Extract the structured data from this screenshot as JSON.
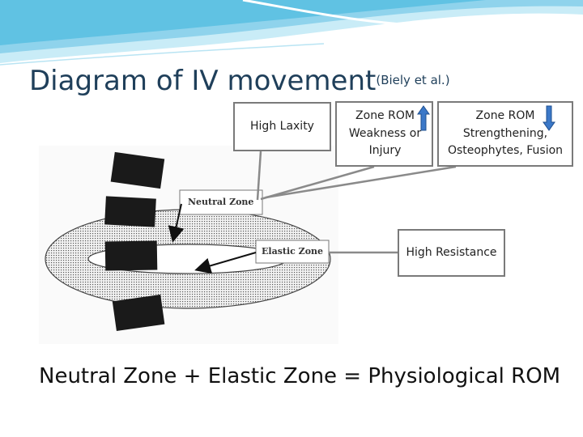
{
  "slide": {
    "title": "Diagram of IV movement",
    "citation": "(Biely et al.)",
    "equation": "Neutral Zone + Elastic Zone = Physiological ROM"
  },
  "diagram": {
    "neutral_zone_label": "Neutral Zone",
    "elastic_zone_label": "Elastic Zone"
  },
  "callouts": {
    "high_laxity": "High Laxity",
    "weakness": {
      "line1": "Zone ROM",
      "line2": "Weakness or",
      "line3": "Injury",
      "arrow_direction": "up"
    },
    "strengthening": {
      "line1": "Zone ROM",
      "line2": "Strengthening,",
      "line3": "Osteophytes, Fusion",
      "arrow_direction": "down"
    },
    "high_resistance": "High Resistance"
  },
  "colors": {
    "title": "#1f3f5a",
    "wave_light": "#c9ecf7",
    "wave_mid": "#8fd3ec",
    "arrow_blue": "#3b78c8",
    "callout_border": "#7a7a7a"
  }
}
